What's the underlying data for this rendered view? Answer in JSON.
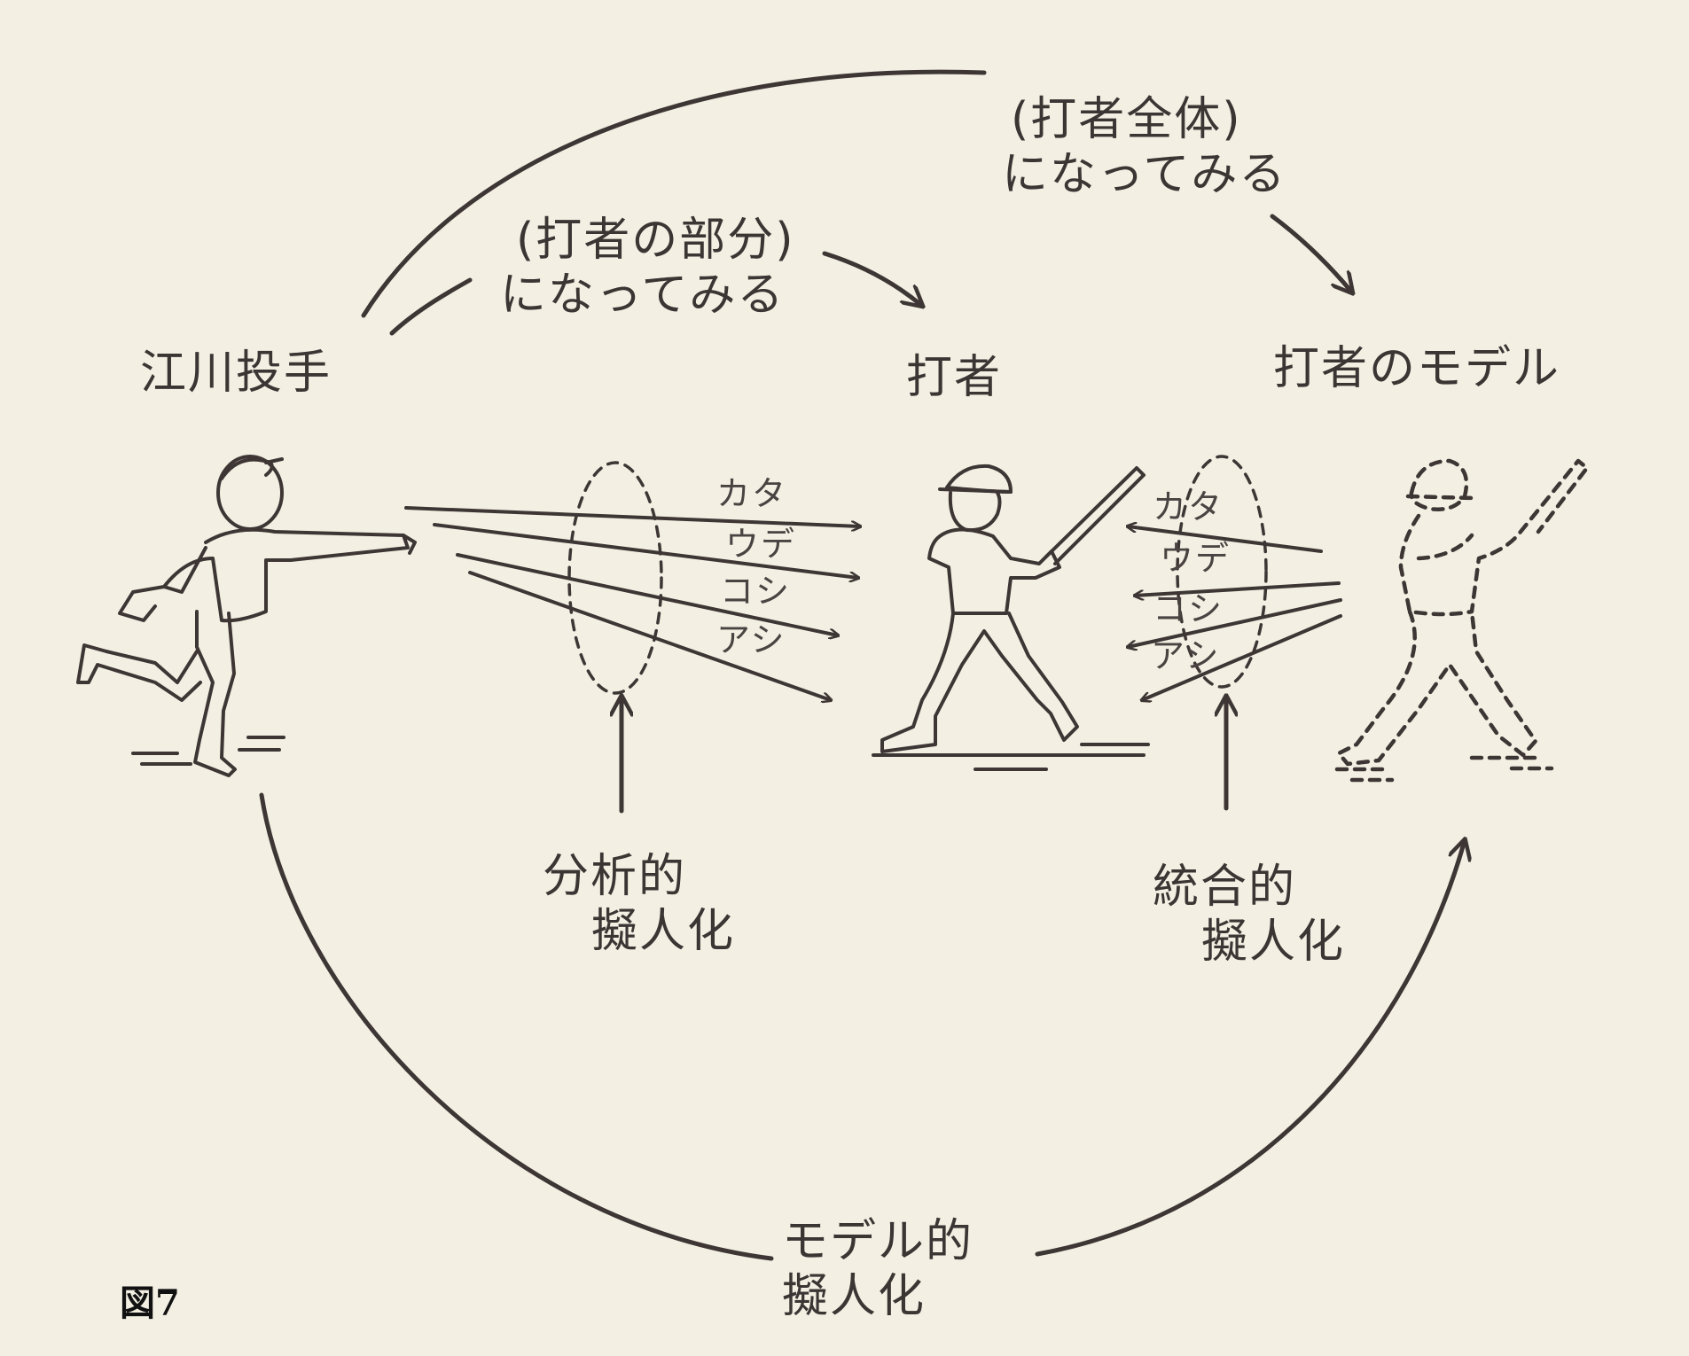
{
  "figure_label": "図7",
  "labels": {
    "pitcher": "江川投手",
    "batter": "打者",
    "batter_model": "打者のモデル",
    "part_line1": "(打者の部分)",
    "part_line2": "になってみる",
    "whole_line1": "(打者全体)",
    "whole_line2": "になってみる",
    "analytic_line1": "分析的",
    "analytic_line2": "擬人化",
    "synthetic_line1": "統合的",
    "synthetic_line2": "擬人化",
    "model_line1": "モデル的",
    "model_line2": "擬人化"
  },
  "body_parts_left": [
    "カタ",
    "ウデ",
    "コシ",
    "アシ"
  ],
  "body_parts_right": [
    "カタ",
    "ウデ",
    "コシ",
    "アシ"
  ],
  "colors": {
    "paper": "#f3f0e3",
    "ink": "#3d3635"
  }
}
